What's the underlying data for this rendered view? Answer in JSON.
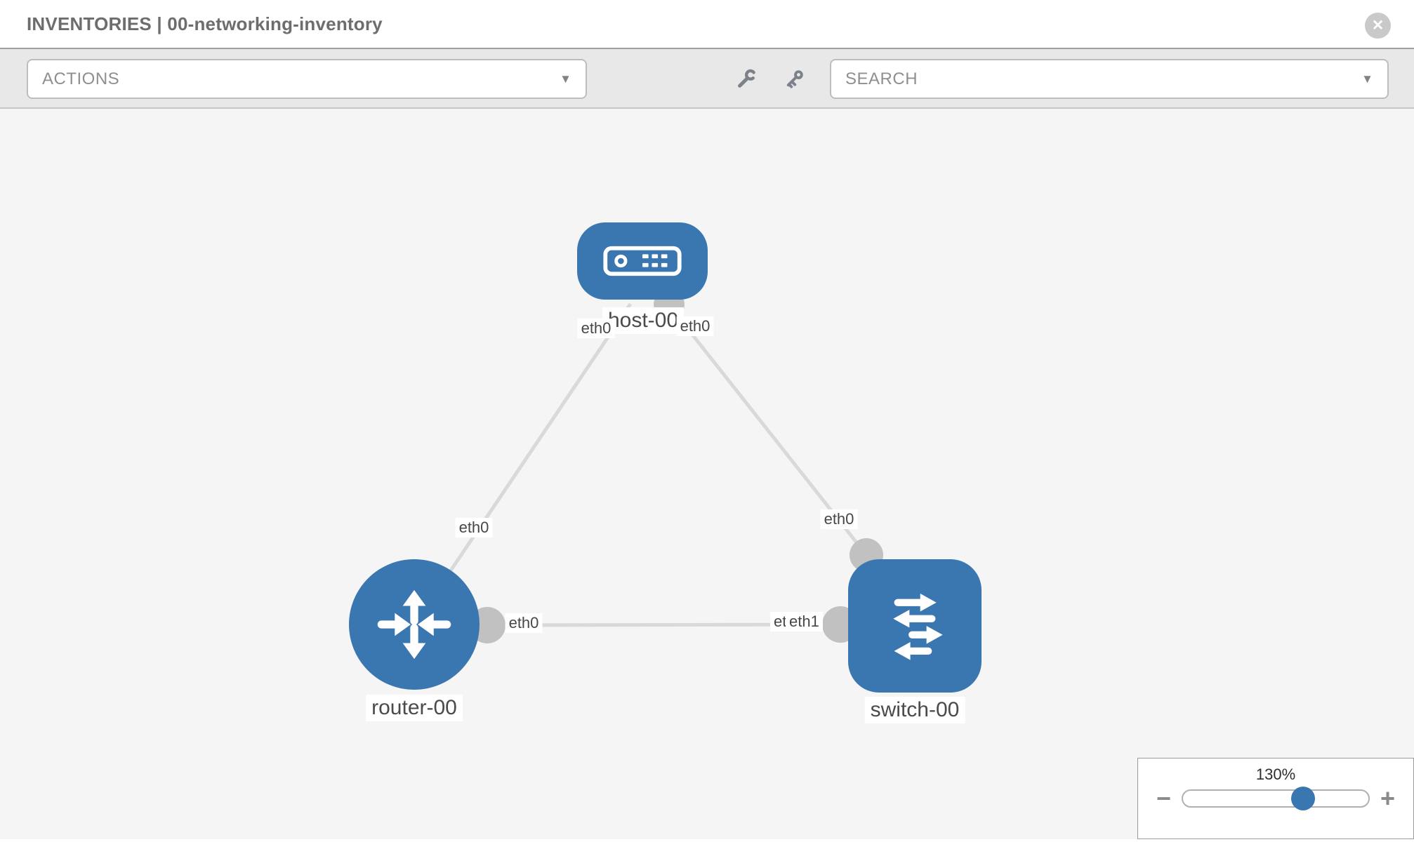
{
  "header": {
    "title": "INVENTORIES | 00-networking-inventory",
    "close_icon": "✕"
  },
  "toolbar": {
    "actions_label": "ACTIONS",
    "search_label": "SEARCH",
    "caret": "▼",
    "icons": [
      "wrench-icon",
      "key-icon"
    ]
  },
  "canvas": {
    "nodes": [
      {
        "label": "host-00",
        "type": "host"
      },
      {
        "label": "router-00",
        "type": "router"
      },
      {
        "label": "switch-00",
        "type": "switch"
      }
    ],
    "links": [
      {
        "from": "host-00",
        "to": "router-00",
        "from_if": "eth0",
        "to_if": "eth0"
      },
      {
        "from": "host-00",
        "to": "switch-00",
        "from_if": "eth0",
        "to_if": "eth0"
      },
      {
        "from": "router-00",
        "to": "switch-00",
        "from_if": "eth0",
        "to_if": "eth1"
      }
    ],
    "interface_labels": {
      "host_to_router_host_side": "eth0",
      "host_to_switch_host_side": "eth0",
      "host_to_router_router_side": "eth0",
      "host_to_switch_switch_side": "eth0",
      "router_to_switch_router_side": "eth0",
      "router_to_switch_switch_side_under": "eth0",
      "router_to_switch_switch_side": "eth1"
    }
  },
  "zoom_control": {
    "value": "130%",
    "minus_label": "−",
    "plus_label": "+"
  },
  "colors": {
    "node_blue": "#3a76b0",
    "link_gray": "#d9d9d9",
    "connector_gray": "#c1c1c1",
    "toolbar_bg": "#e8e8e8",
    "canvas_bg": "#f5f5f6"
  }
}
